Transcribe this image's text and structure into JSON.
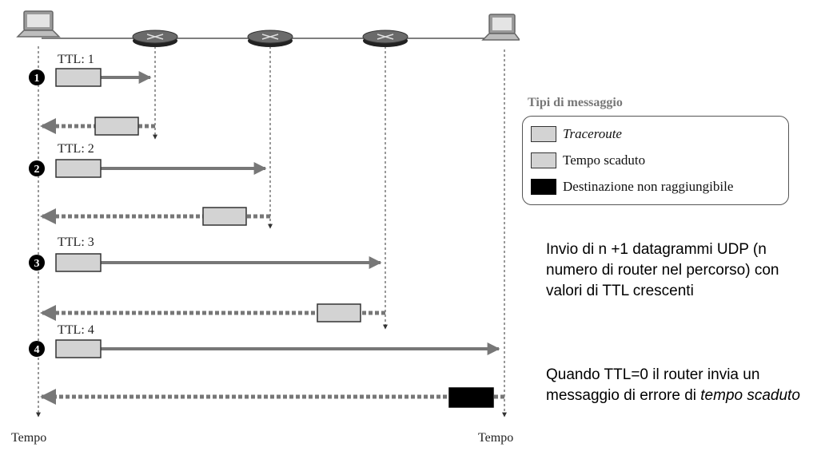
{
  "messages": [
    {
      "ttl_label": "TTL: 1",
      "step": "1"
    },
    {
      "ttl_label": "TTL: 2",
      "step": "2"
    },
    {
      "ttl_label": "TTL: 3",
      "step": "3"
    },
    {
      "ttl_label": "TTL: 4",
      "step": "4"
    }
  ],
  "time_labels": {
    "left": "Tempo",
    "right": "Tempo"
  },
  "legend": {
    "title": "Tipi di messaggio",
    "items": [
      {
        "label": "Traceroute",
        "color": "#d3d3d3",
        "italic": true
      },
      {
        "label": "Tempo scaduto",
        "color": "#d3d3d3",
        "italic": false
      },
      {
        "label": "Destinazione non raggiungibile",
        "color": "#000000",
        "italic": false
      }
    ]
  },
  "notes": {
    "first": "Invio di n +1 datagrammi UDP (n numero di router nel percorso) con valori di TTL crescenti",
    "second_prefix": "Quando TTL=0 il router invia un messaggio di errore di ",
    "second_italic": "tempo scaduto"
  },
  "colors": {
    "arrow": "#777777",
    "packet": "#d3d3d3",
    "unreachable": "#000000",
    "router": "#5a5a5a"
  }
}
